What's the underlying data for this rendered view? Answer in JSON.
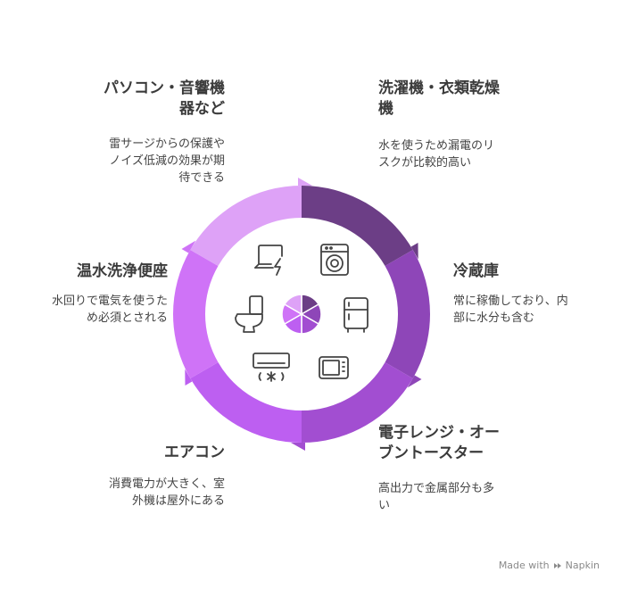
{
  "colors": {
    "washer": "#6c3e86",
    "fridge": "#8e46b8",
    "microwave": "#a24ed1",
    "aircon": "#bd5ff1",
    "toilet": "#cf73f7",
    "pc": "#dea2f7",
    "icon_stroke": "#444444"
  },
  "segments": [
    {
      "id": "washer",
      "title": "洗濯機・衣類乾燥機",
      "title_lines": [
        "洗濯機・衣類乾燥",
        "機"
      ],
      "desc": "水を使うため漏電のリスクが比較的高い",
      "desc_lines": [
        "水を使うため漏電のリ",
        "スクが比較的高い"
      ],
      "icon": "washing-machine-icon"
    },
    {
      "id": "fridge",
      "title": "冷蔵庫",
      "title_lines": [
        "冷蔵庫"
      ],
      "desc": "常に稼働しており、内部に水分も含む",
      "desc_lines": [
        "常に稼働しており、内",
        "部に水分も含む"
      ],
      "icon": "refrigerator-icon"
    },
    {
      "id": "microwave",
      "title": "電子レンジ・オーブントースター",
      "title_lines": [
        "電子レンジ・オー",
        "ブントースター"
      ],
      "desc": "高出力で金属部分も多い",
      "desc_lines": [
        "高出力で金属部分も多",
        "い"
      ],
      "icon": "microwave-icon"
    },
    {
      "id": "aircon",
      "title": "エアコン",
      "title_lines": [
        "エアコン"
      ],
      "desc": "消費電力が大きく、室外機は屋外にある",
      "desc_lines": [
        "消費電力が大きく、室",
        "外機は屋外にある"
      ],
      "icon": "air-conditioner-icon"
    },
    {
      "id": "toilet",
      "title": "温水洗浄便座",
      "title_lines": [
        "温水洗浄便座"
      ],
      "desc": "水回りで電気を使うため必須とされる",
      "desc_lines": [
        "水回りで電気を使うた",
        "め必須とされる"
      ],
      "icon": "toilet-icon"
    },
    {
      "id": "pc",
      "title": "パソコン・音響機器など",
      "title_lines": [
        "パソコン・音響機",
        "器など"
      ],
      "desc": "雷サージからの保護やノイズ低減の効果が期待できる",
      "desc_lines": [
        "雷サージからの保護や",
        "ノイズ低減の効果が期",
        "待できる"
      ],
      "icon": "laptop-power-icon"
    }
  ],
  "footer": {
    "made_with": "Made with",
    "brand": "Napkin"
  }
}
